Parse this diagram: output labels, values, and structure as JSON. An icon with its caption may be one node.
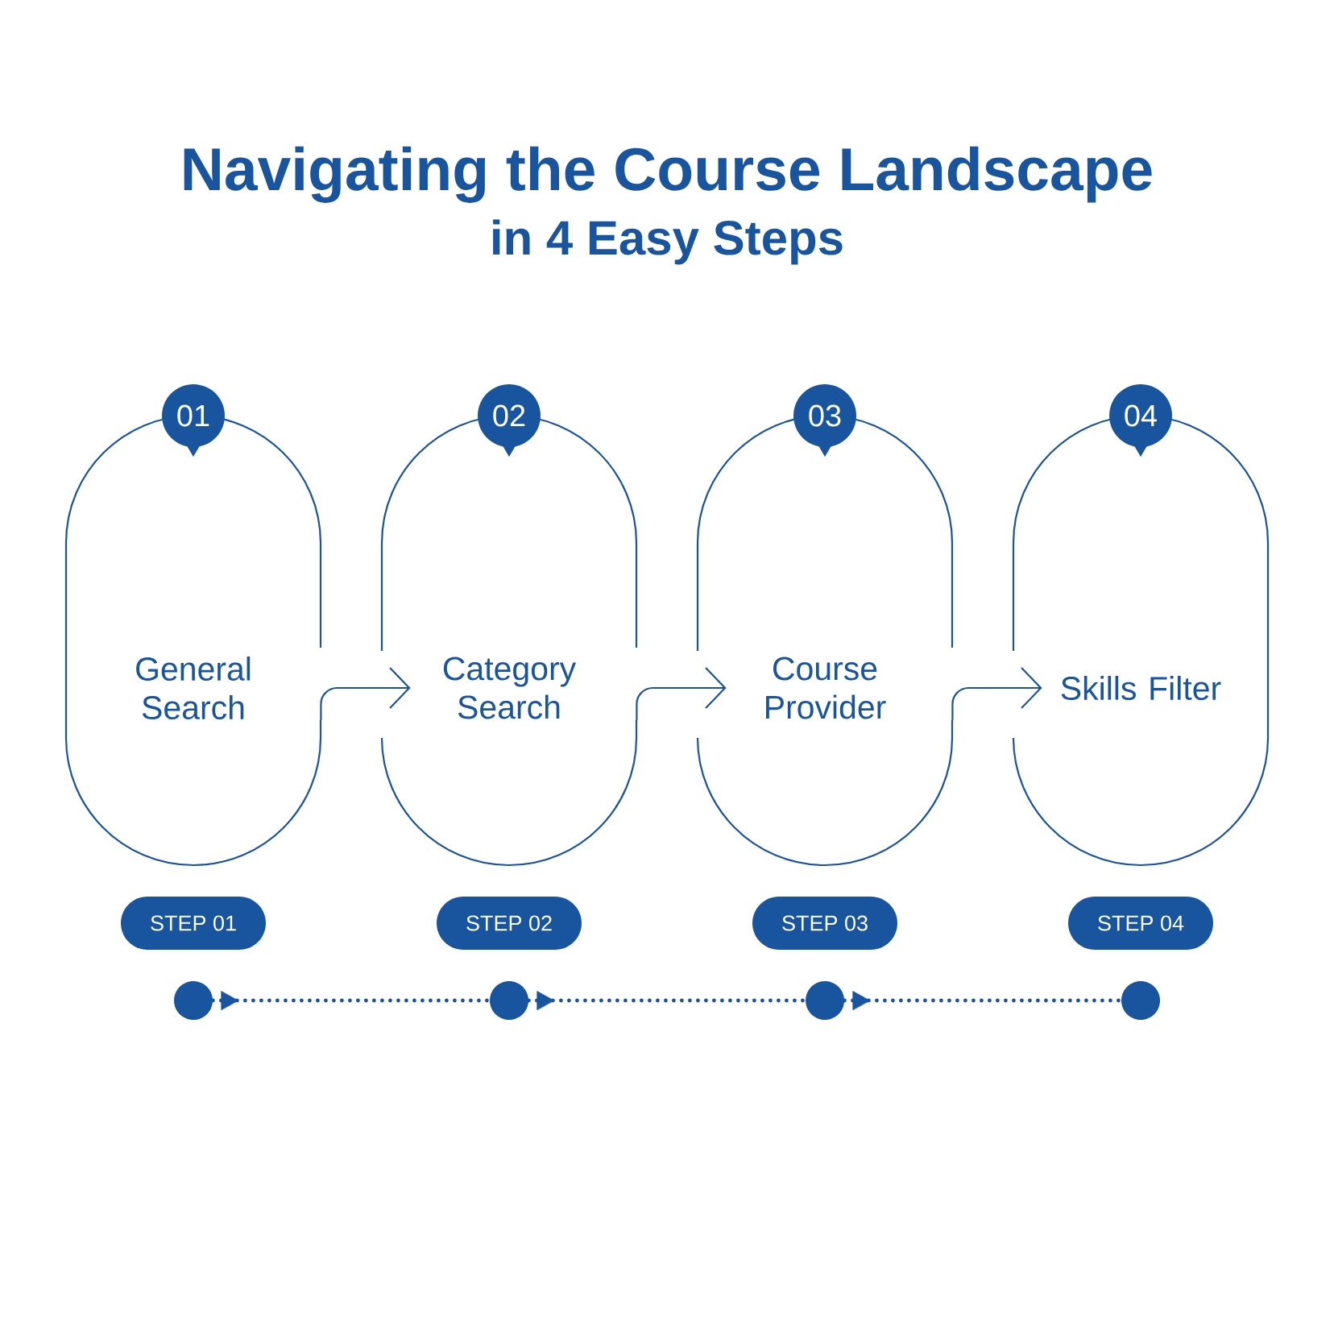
{
  "diagram": {
    "title": "Navigating the Course Landscape",
    "nodes": [
      {
        "text": [
          "01"
        ]
      },
      {
        "text": [
          "02"
        ]
      },
      {
        "text": [
          "03"
        ]
      },
      {
        "text": [
          "04"
        ]
      },
      {
        "text": [
          "General Search"
        ]
      },
      {
        "text": [
          "Category Search"
        ]
      },
      {
        "text": [
          "Course Provider"
        ]
      },
      {
        "text": [
          "Skills Filter"
        ]
      },
      {
        "text": [
          "STEP 01"
        ]
      },
      {
        "text": [
          "STEP 02"
        ]
      },
      {
        "text": [
          "STEP 03"
        ]
      },
      {
        "text": [
          "STEP 04"
        ]
      },
      {
        "text": [],
        "shape": "circle"
      },
      {
        "text": [],
        "shape": "circle"
      },
      {
        "text": [],
        "shape": "circle"
      },
      {
        "text": [],
        "shape": "circle"
      }
    ],
    "edges": [
      {
        "from": 4,
        "to": 5,
        "arrow": "to"
      },
      {
        "from": 5,
        "to": 6,
        "arrow": "to"
      },
      {
        "from": 6,
        "to": 7,
        "arrow": "to"
      },
      {
        "from": 12,
        "to": 13,
        "arrow": "to",
        "style": "dashed"
      },
      {
        "from": 13,
        "to": 14,
        "arrow": "to",
        "style": "dashed"
      },
      {
        "from": 14,
        "to": 15,
        "arrow": "to",
        "style": "dashed"
      }
    ],
    "labels": [
      "in 4 Easy Steps"
    ]
  }
}
